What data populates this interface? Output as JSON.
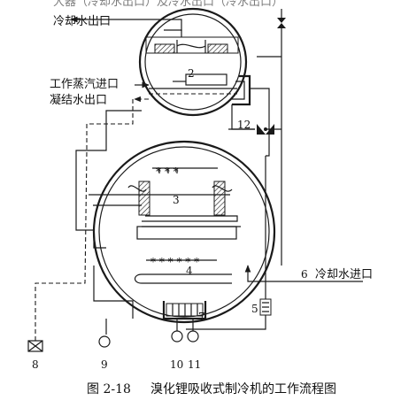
{
  "labels": {
    "cooling_water_outlet": "冷却水出口",
    "working_steam_inlet": "工作蒸汽进口",
    "condensate_outlet": "凝结水出口",
    "cooling_water_inlet": "冷却水进口"
  },
  "numbers": {
    "n2": "2",
    "n3": "3",
    "n4": "4",
    "n5": "5",
    "n6": "6",
    "n7": "7",
    "n8": "8",
    "n9": "9",
    "n10": "10",
    "n11": "11",
    "n12": "12"
  },
  "caption": {
    "figure_number": "图 2-18",
    "title": "溴化锂吸收式制冷机的工作流程图"
  },
  "top_cutoff_text": "大器（冷却水出口）及冷水出口（冷水出口）"
}
